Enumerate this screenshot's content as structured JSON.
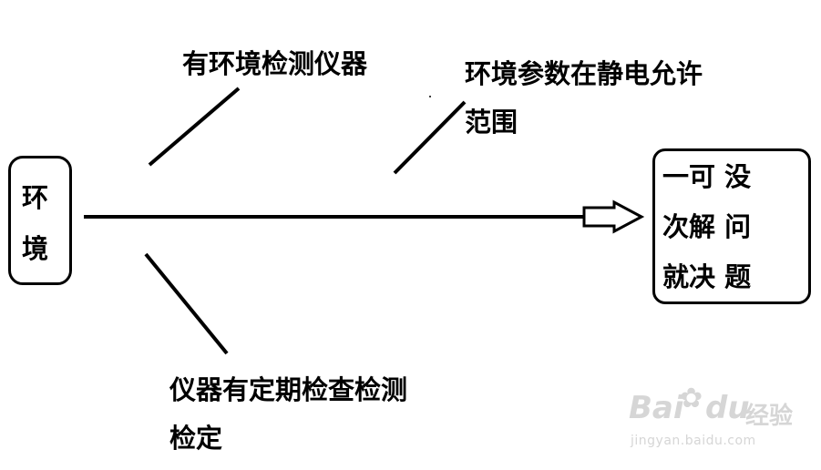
{
  "labels": {
    "left_box_line1": "环",
    "left_box_line2": "境",
    "upper_left": "有环境检测仪器",
    "upper_right_line1": "环境参数在静电允许",
    "upper_right_line2": "范围",
    "lower_line1": "仪器有定期检查检测",
    "lower_line2": "检定",
    "result_row1": "一可 没",
    "result_row2": "次解 问",
    "result_row3": "就决 题"
  },
  "watermark": {
    "brand": "Bai",
    "brand_mid": "du",
    "brand_cn": "经验",
    "url": "jingyan.baidu.com"
  }
}
